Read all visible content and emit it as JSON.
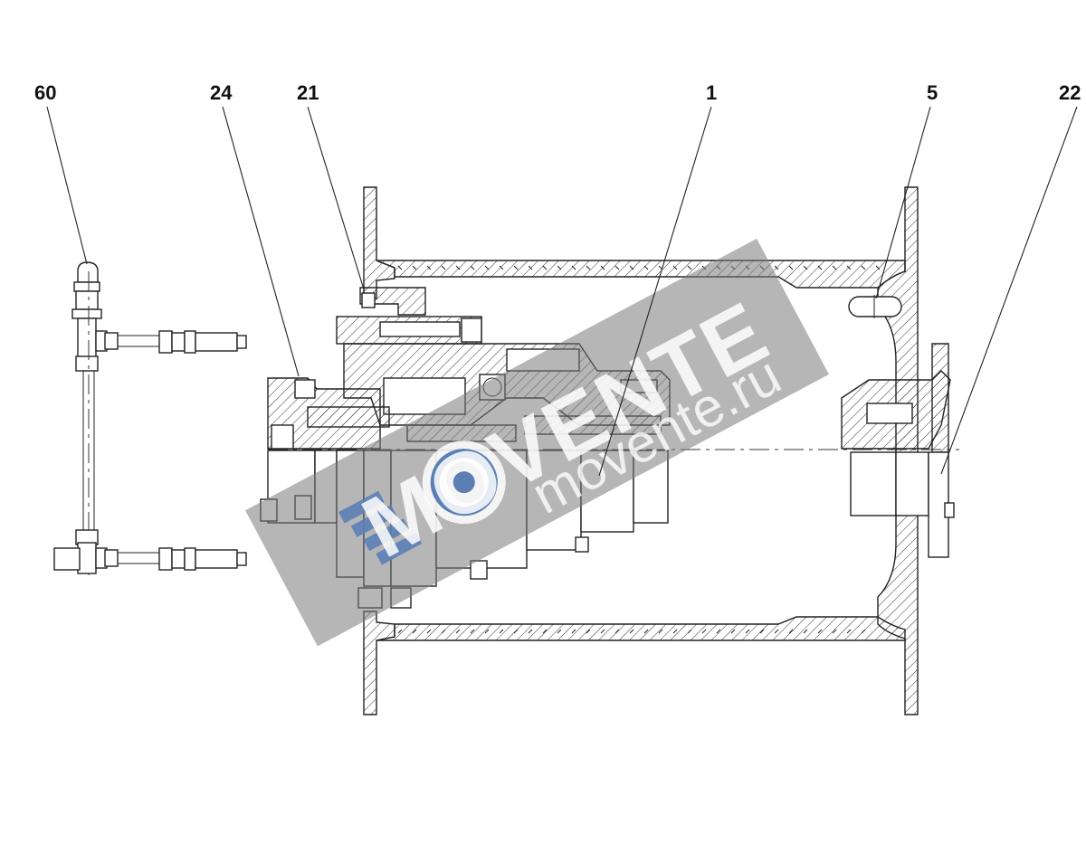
{
  "callouts": [
    {
      "id": "60"
    },
    {
      "id": "24"
    },
    {
      "id": "21"
    },
    {
      "id": "1"
    },
    {
      "id": "5"
    },
    {
      "id": "22"
    }
  ],
  "watermark": {
    "brand": "MOVENTE",
    "url": "movente.ru",
    "band_color": "#7a7a7a"
  },
  "colors": {
    "line": "#222222",
    "background": "#ffffff"
  }
}
